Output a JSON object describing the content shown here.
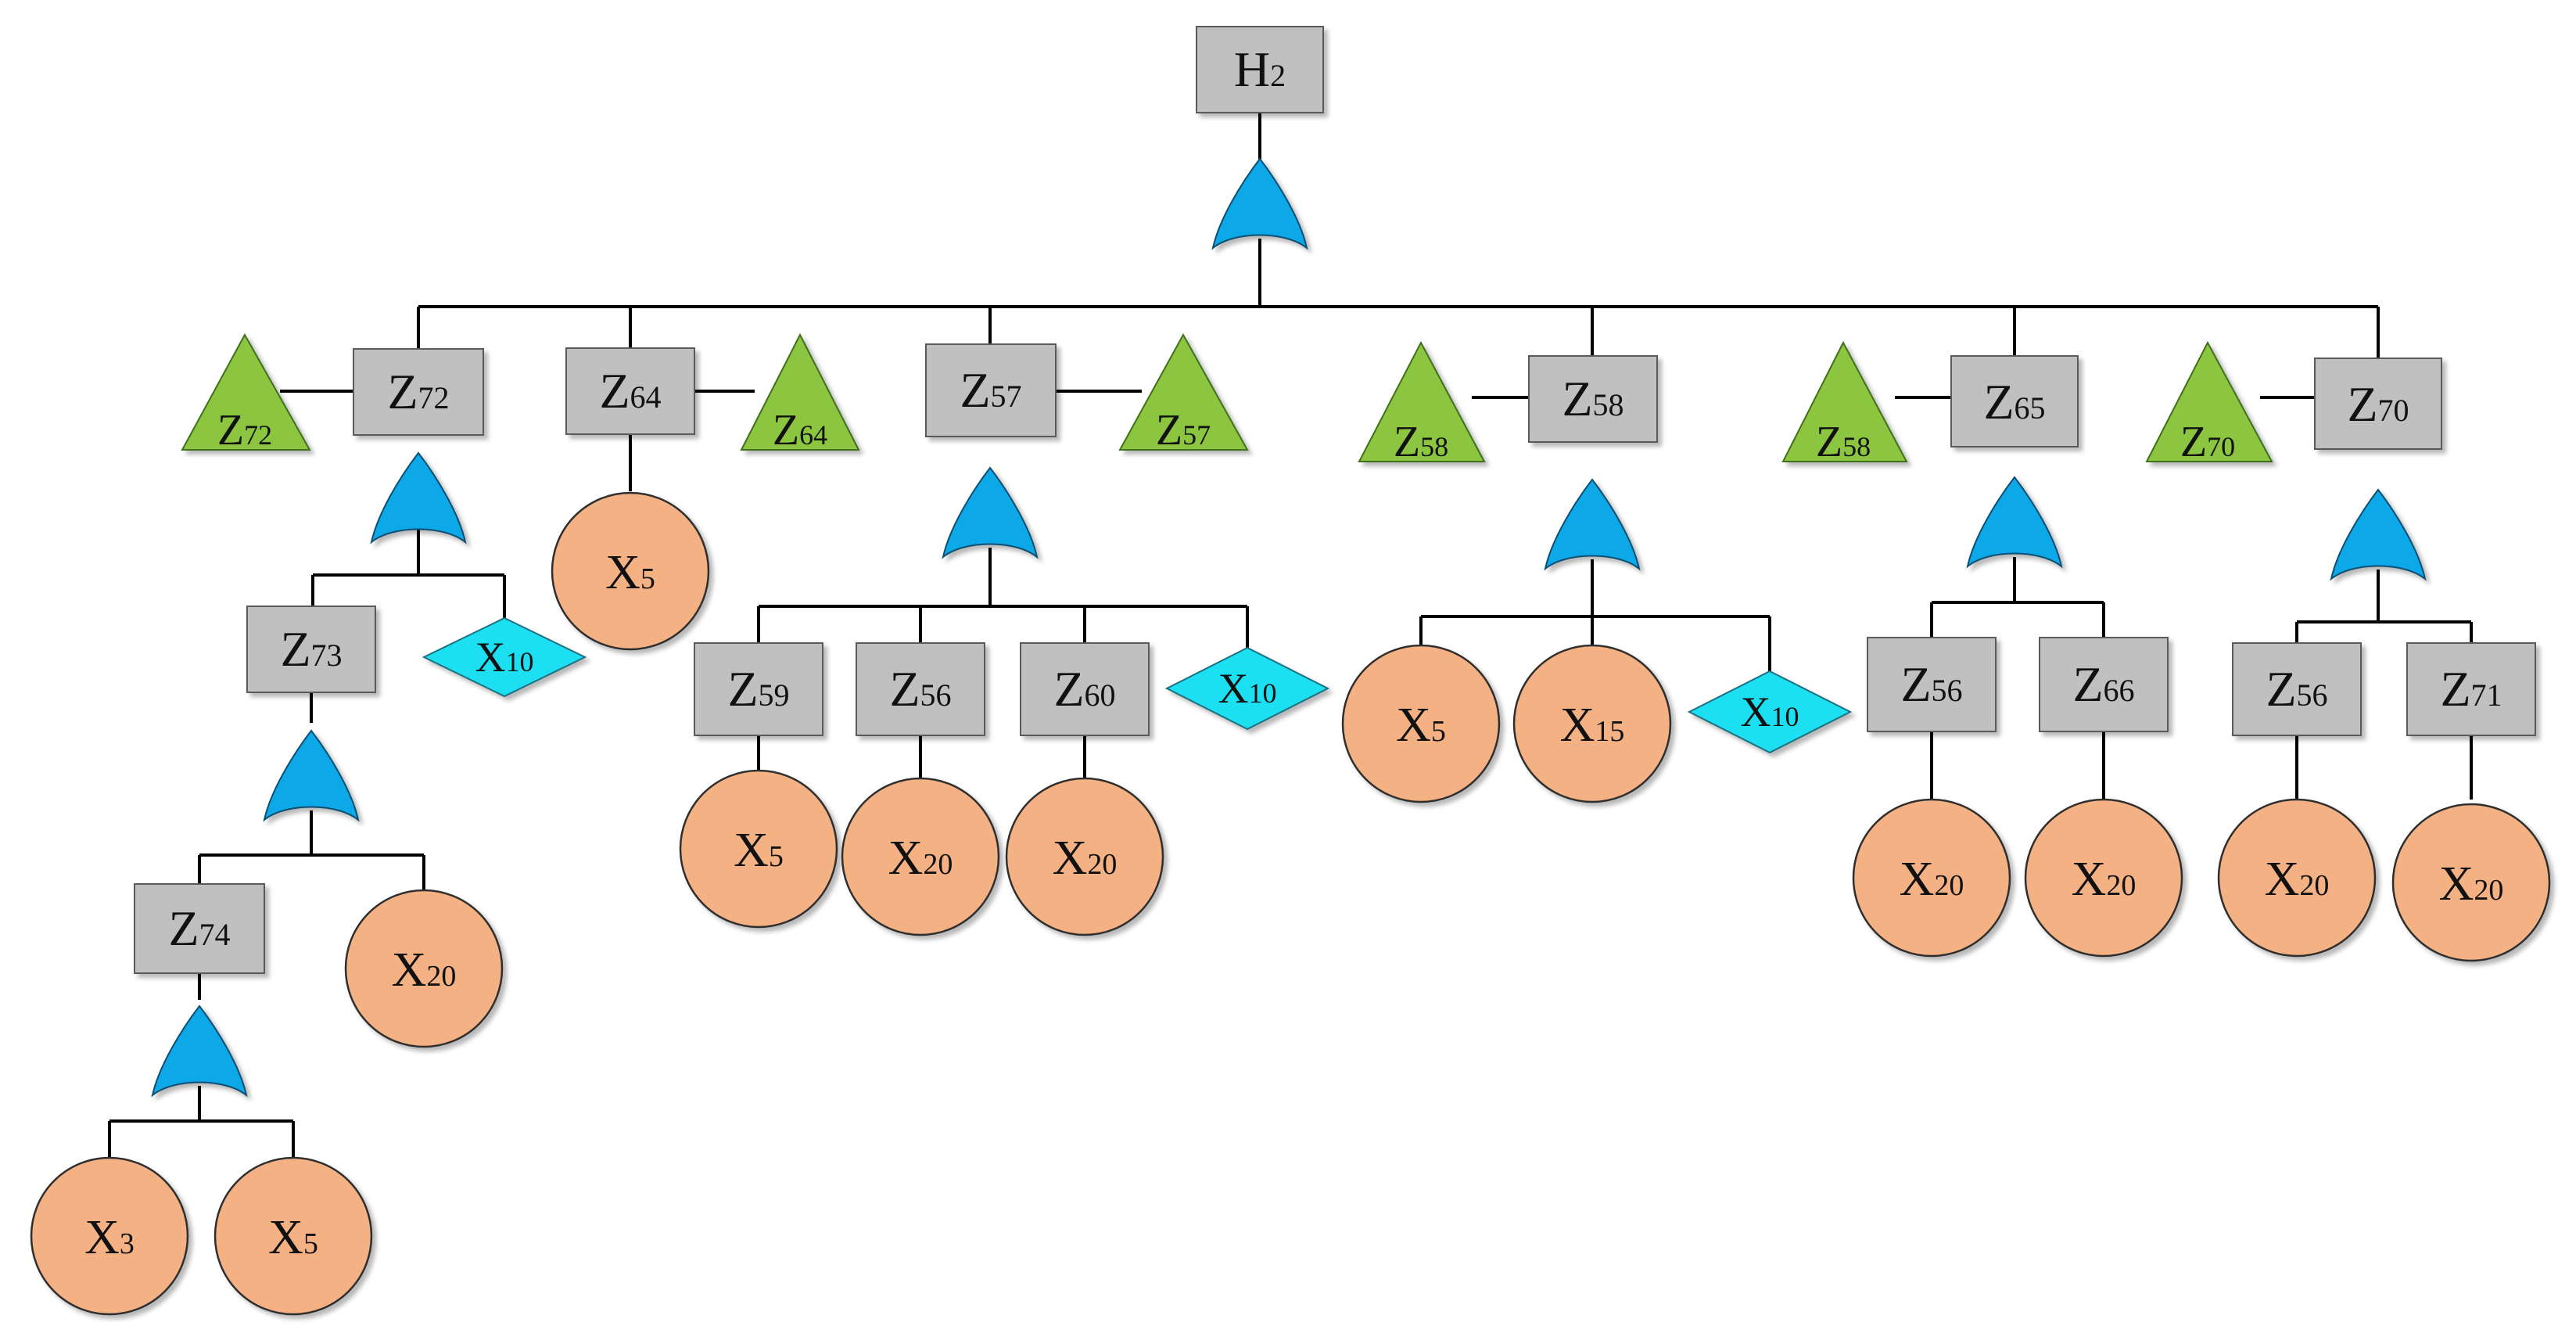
{
  "colors": {
    "event_box": "#c0c0c0",
    "basic_event": "#f4b183",
    "transfer": "#8cc63f",
    "undeveloped": "#1ee0f2",
    "or_gate": "#0fa8e8",
    "line": "#000000"
  },
  "nodes": {
    "top": {
      "letter": "H",
      "sub": "2"
    },
    "z72": {
      "letter": "Z",
      "sub": "72"
    },
    "tz72": {
      "letter": "Z",
      "sub": "72"
    },
    "z64": {
      "letter": "Z",
      "sub": "64"
    },
    "tz64": {
      "letter": "Z",
      "sub": "64"
    },
    "z57": {
      "letter": "Z",
      "sub": "57"
    },
    "tz57": {
      "letter": "Z",
      "sub": "57"
    },
    "z58": {
      "letter": "Z",
      "sub": "58"
    },
    "tz58a": {
      "letter": "Z",
      "sub": "58"
    },
    "z65": {
      "letter": "Z",
      "sub": "65"
    },
    "tz58b": {
      "letter": "Z",
      "sub": "58"
    },
    "z70": {
      "letter": "Z",
      "sub": "70"
    },
    "tz70": {
      "letter": "Z",
      "sub": "70"
    },
    "z73": {
      "letter": "Z",
      "sub": "73"
    },
    "d10a": {
      "letter": "X",
      "sub": "10"
    },
    "z74": {
      "letter": "Z",
      "sub": "74"
    },
    "c20a": {
      "letter": "X",
      "sub": "20"
    },
    "c3": {
      "letter": "X",
      "sub": "3"
    },
    "c5a": {
      "letter": "X",
      "sub": "5"
    },
    "c5b": {
      "letter": "X",
      "sub": "5"
    },
    "z59": {
      "letter": "Z",
      "sub": "59"
    },
    "z56a": {
      "letter": "Z",
      "sub": "56"
    },
    "z60": {
      "letter": "Z",
      "sub": "60"
    },
    "d10b": {
      "letter": "X",
      "sub": "10"
    },
    "c5c": {
      "letter": "X",
      "sub": "5"
    },
    "c20b": {
      "letter": "X",
      "sub": "20"
    },
    "c20c": {
      "letter": "X",
      "sub": "20"
    },
    "c5d": {
      "letter": "X",
      "sub": "5"
    },
    "c15": {
      "letter": "X",
      "sub": "15"
    },
    "d10c": {
      "letter": "X",
      "sub": "10"
    },
    "z56b": {
      "letter": "Z",
      "sub": "56"
    },
    "z66": {
      "letter": "Z",
      "sub": "66"
    },
    "c20d": {
      "letter": "X",
      "sub": "20"
    },
    "c20e": {
      "letter": "X",
      "sub": "20"
    },
    "z56c": {
      "letter": "Z",
      "sub": "56"
    },
    "z71": {
      "letter": "Z",
      "sub": "71"
    },
    "c20f": {
      "letter": "X",
      "sub": "20"
    },
    "c20g": {
      "letter": "X",
      "sub": "20"
    }
  }
}
